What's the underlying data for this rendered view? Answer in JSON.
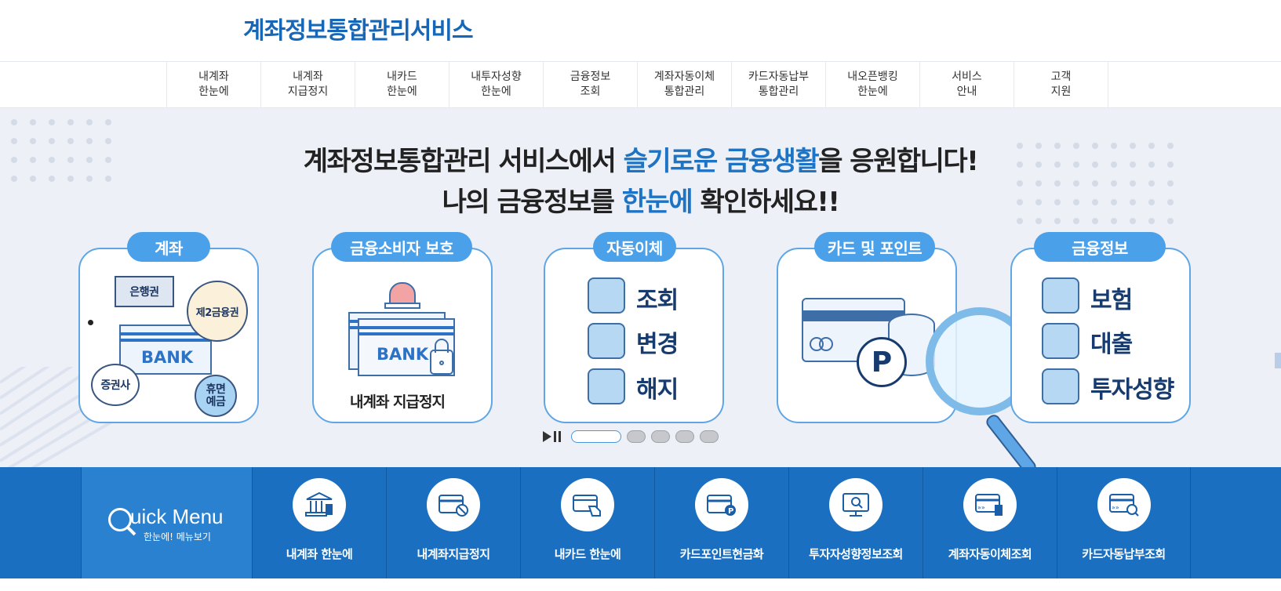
{
  "header": {
    "logo": "계좌정보통합관리서비스"
  },
  "gnb": {
    "items": [
      {
        "line1": "내계좌",
        "line2": "한눈에"
      },
      {
        "line1": "내계좌",
        "line2": "지급정지"
      },
      {
        "line1": "내카드",
        "line2": "한눈에"
      },
      {
        "line1": "내투자성향",
        "line2": "한눈에"
      },
      {
        "line1": "금융정보",
        "line2": "조회"
      },
      {
        "line1": "계좌자동이체",
        "line2": "통합관리"
      },
      {
        "line1": "카드자동납부",
        "line2": "통합관리"
      },
      {
        "line1": "내오픈뱅킹",
        "line2": "한눈에"
      },
      {
        "line1": "서비스",
        "line2": "안내"
      },
      {
        "line1": "고객",
        "line2": "지원"
      }
    ]
  },
  "hero": {
    "line1_pre": "계좌정보통합관리 서비스에서 ",
    "line1_hl": "슬기로운 금융생활",
    "line1_post": "을 응원합니다!",
    "line2_pre": "나의 금융정보를 ",
    "line2_hl": "한눈에",
    "line2_post": " 확인하세요!!",
    "cards": [
      {
        "tag": "계좌",
        "bank": "BANK",
        "bubble1": "은행권",
        "bubble2": "제2금융권",
        "bubble3": "증권사",
        "bubble4_1": "휴면",
        "bubble4_2": "예금"
      },
      {
        "tag": "금융소비자 보호",
        "bank": "BANK",
        "caption": "내계좌 지급정지"
      },
      {
        "tag": "자동이체",
        "words": [
          "조회",
          "변경",
          "해지"
        ]
      },
      {
        "tag": "카드 및 포인트",
        "point": "P"
      },
      {
        "tag": "금융정보",
        "words": [
          "보험",
          "대출",
          "투자성향"
        ]
      }
    ],
    "slides_total": 5,
    "slide_active": 1
  },
  "quick": {
    "title": "uick Menu",
    "subtitle": "한눈에! 메뉴보기",
    "items": [
      {
        "label": "내계좌 한눈에",
        "icon": "bank-building-icon"
      },
      {
        "label": "내계좌지급정지",
        "icon": "card-block-icon"
      },
      {
        "label": "내카드 한눈에",
        "icon": "card-hand-icon"
      },
      {
        "label": "카드포인트현금화",
        "icon": "card-point-icon"
      },
      {
        "label": "투자자성향정보조회",
        "icon": "monitor-search-icon"
      },
      {
        "label": "계좌자동이체조회",
        "icon": "transfer-list-icon"
      },
      {
        "label": "카드자동납부조회",
        "icon": "card-search-icon"
      }
    ]
  },
  "colors": {
    "brand": "#1667b7",
    "quick_bg": "#1a6fc0",
    "tag": "#4ba0ea",
    "hero_bg": "#edf0f6"
  }
}
